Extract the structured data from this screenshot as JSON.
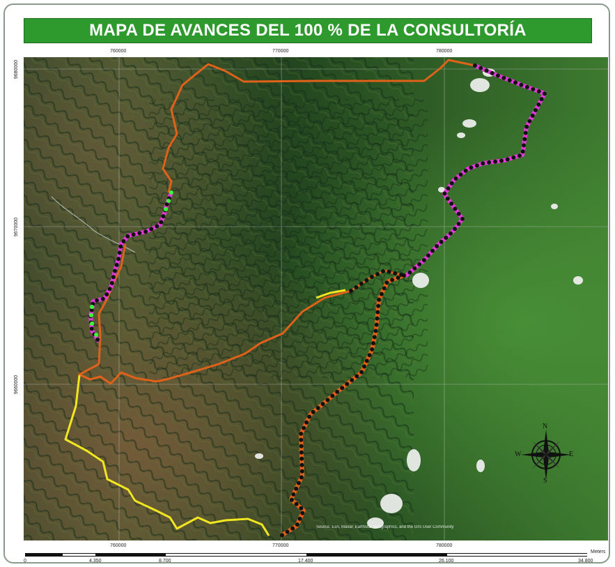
{
  "title": "MAPA DE AVANCES DEL 100 % DE LA CONSULTORÍA",
  "x_ticks_top": [
    "760000",
    "770000",
    "780000"
  ],
  "x_ticks_bottom": [
    "760000",
    "770000",
    "780000"
  ],
  "y_ticks_left": [
    "9680000",
    "9670000",
    "9660000"
  ],
  "y_ticks_right": [
    "9680000",
    "9670000",
    "9660000"
  ],
  "compass": {
    "n": "N",
    "s": "S",
    "e": "E",
    "w": "W"
  },
  "credits": "Source: Esri, Maxar, Earthstar Geographics, and the GIS User Community",
  "scalebar": {
    "labels": [
      "0",
      "4.350",
      "8.700",
      "17.400",
      "26.100",
      "34.800"
    ],
    "unit": "Meters"
  },
  "colors": {
    "title_bg": "#2e9a2e",
    "orange_route": "#e0621a",
    "yellow_route": "#f2e620",
    "magenta_route": "#e23ad8",
    "green_route": "#3cff3c",
    "dotted_black": "#111111"
  }
}
